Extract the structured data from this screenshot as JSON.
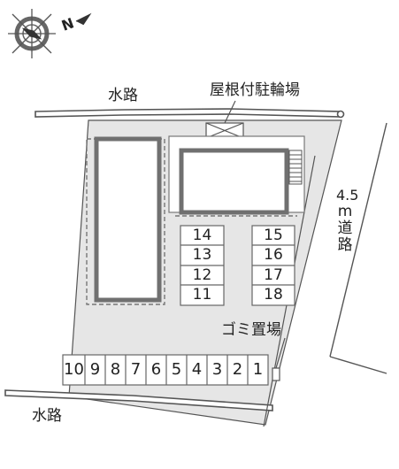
{
  "labels": {
    "waterway_top": "水路",
    "waterway_bottom": "水路",
    "bike_shelter": "屋根付駐輪場",
    "garbage": "ゴミ置場",
    "road_width": "4.5",
    "road_unit": "m",
    "road_char1": "道",
    "road_char2": "路",
    "compass": "N"
  },
  "parking_left": [
    "14",
    "13",
    "12",
    "11"
  ],
  "parking_right": [
    "15",
    "16",
    "17",
    "18"
  ],
  "parking_bottom": [
    "10",
    "9",
    "8",
    "7",
    "6",
    "5",
    "4",
    "3",
    "2",
    "1"
  ],
  "colors": {
    "lot": "#e6e6e6",
    "building_border": "#707070",
    "line": "#555555"
  }
}
